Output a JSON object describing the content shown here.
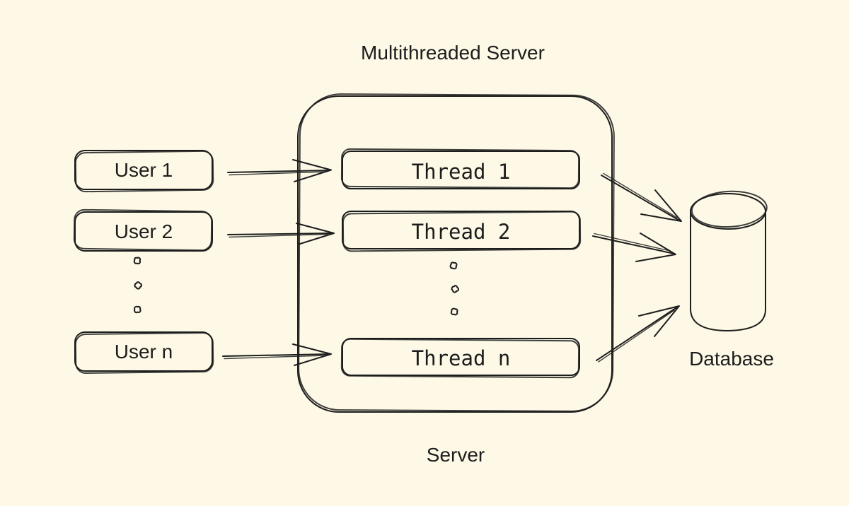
{
  "colors": {
    "background": "#FDF9E6",
    "ink": "#1d1d1d"
  },
  "title": "Multithreaded Server",
  "server": {
    "caption": "Server"
  },
  "users": [
    {
      "label": "User 1"
    },
    {
      "label": "User 2"
    },
    {
      "label": "User n"
    }
  ],
  "threads": [
    {
      "label": "Thread 1"
    },
    {
      "label": "Thread 2"
    },
    {
      "label": "Thread n"
    }
  ],
  "database": {
    "label": "Database"
  }
}
